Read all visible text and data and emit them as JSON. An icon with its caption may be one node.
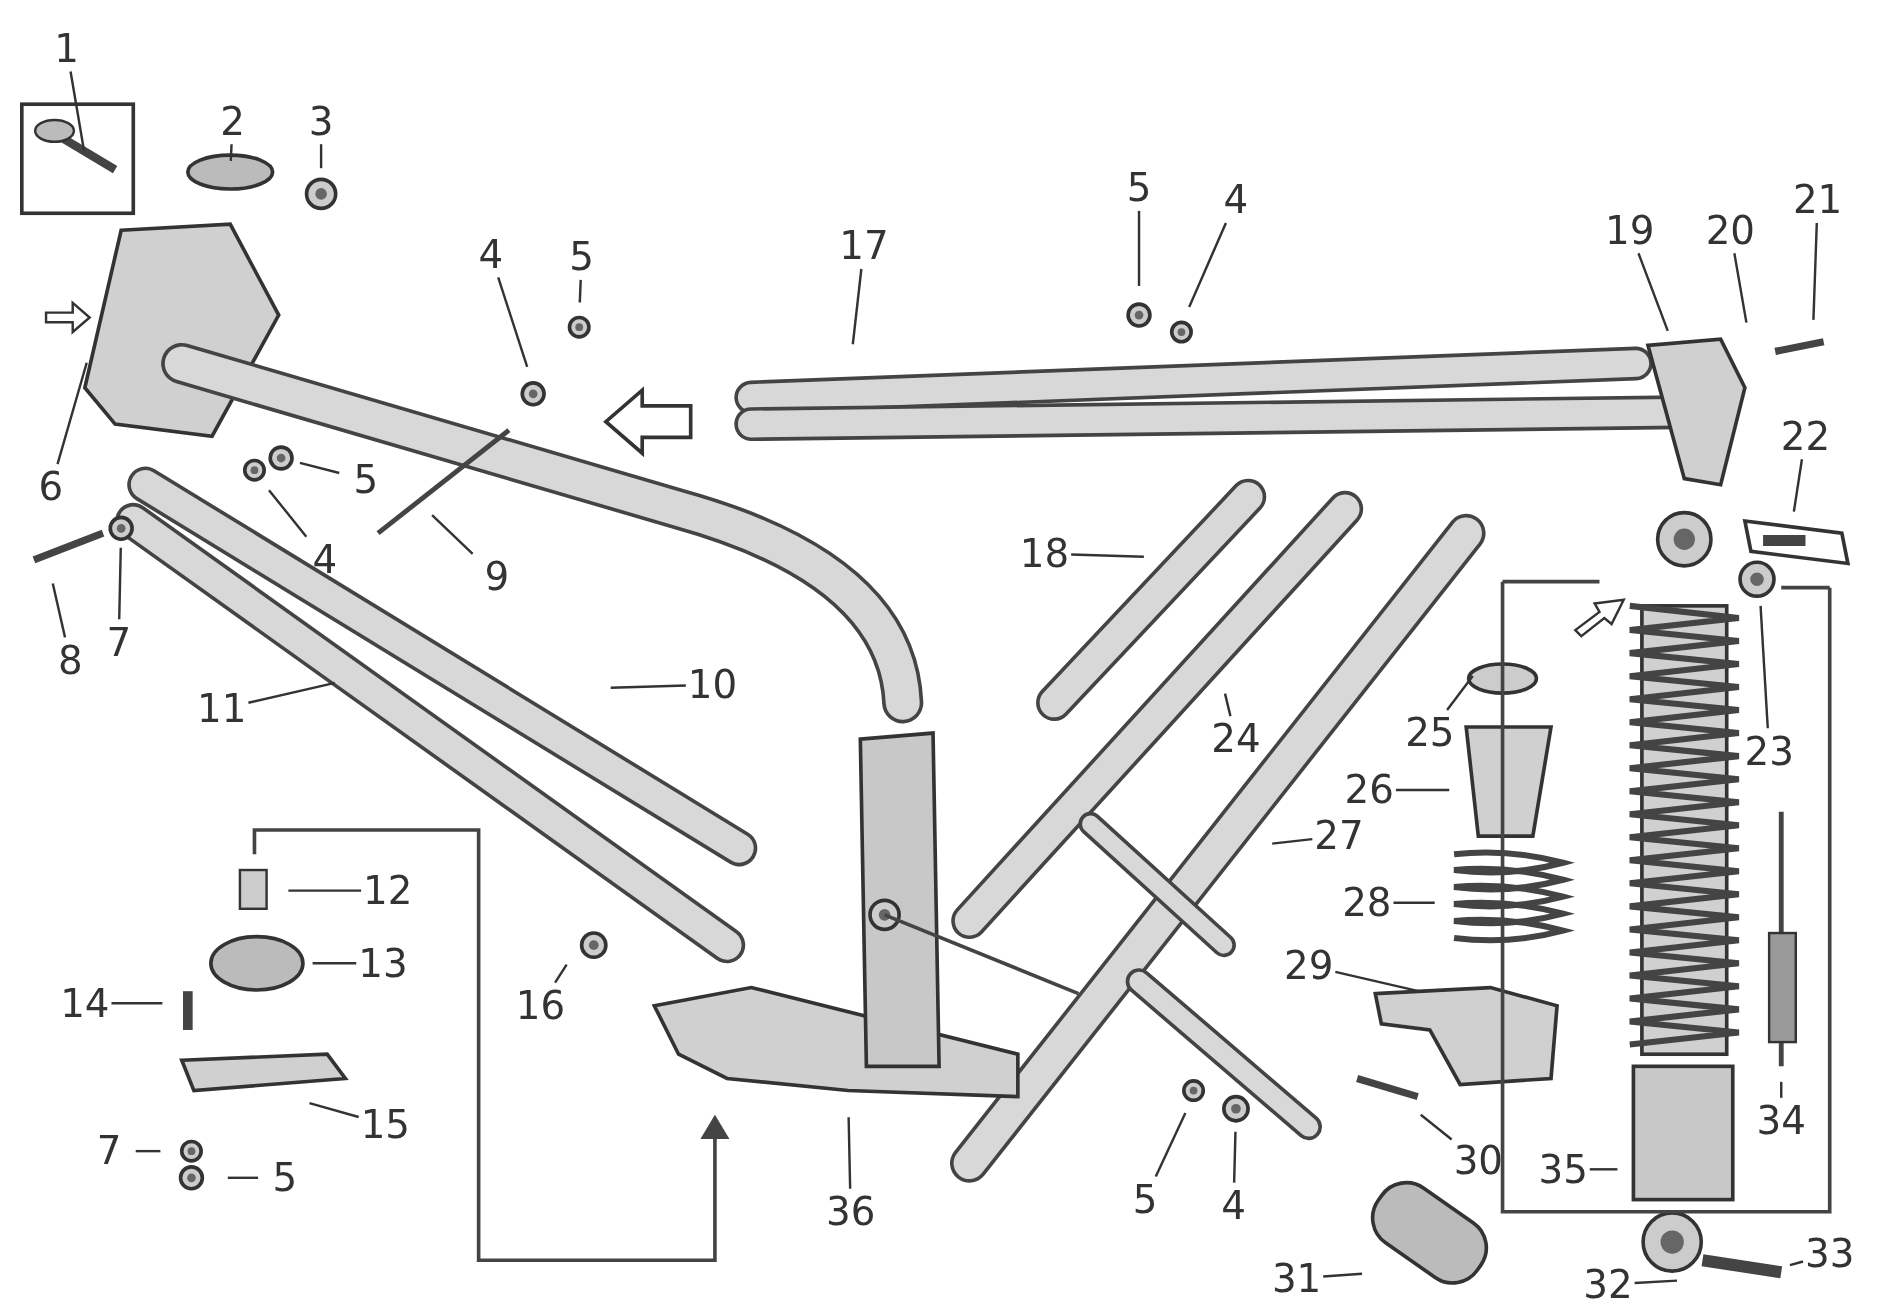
{
  "diagram": {
    "nodes": [
      {
        "text": [
          "1"
        ]
      },
      {
        "text": [
          "2"
        ]
      },
      {
        "text": [
          "3"
        ]
      },
      {
        "text": [
          "6"
        ]
      },
      {
        "text": [
          "4"
        ]
      },
      {
        "text": [
          "5"
        ]
      },
      {
        "text": [
          "5"
        ]
      },
      {
        "text": [
          "4"
        ]
      },
      {
        "text": [
          "8"
        ]
      },
      {
        "text": [
          "7"
        ]
      },
      {
        "text": [
          "9"
        ]
      },
      {
        "text": [
          "17"
        ]
      },
      {
        "text": [
          "5"
        ]
      },
      {
        "text": [
          "4"
        ]
      },
      {
        "text": [
          "19"
        ]
      },
      {
        "text": [
          "20"
        ]
      },
      {
        "text": [
          "21"
        ]
      },
      {
        "text": [
          "22"
        ]
      },
      {
        "text": [
          "18"
        ]
      },
      {
        "text": [
          "11"
        ]
      },
      {
        "text": [
          "10"
        ]
      },
      {
        "text": [
          "24"
        ]
      },
      {
        "text": [
          "25"
        ]
      },
      {
        "text": [
          "23"
        ]
      },
      {
        "text": [
          "26"
        ]
      },
      {
        "text": [
          "27"
        ]
      },
      {
        "text": [
          "12"
        ]
      },
      {
        "text": [
          "28"
        ]
      },
      {
        "text": [
          "13"
        ]
      },
      {
        "text": [
          "29"
        ]
      },
      {
        "text": [
          "14"
        ]
      },
      {
        "text": [
          "16"
        ]
      },
      {
        "text": [
          "34"
        ]
      },
      {
        "text": [
          "15"
        ]
      },
      {
        "text": [
          "7"
        ]
      },
      {
        "text": [
          "5"
        ]
      },
      {
        "text": [
          "30"
        ]
      },
      {
        "text": [
          "35"
        ]
      },
      {
        "text": [
          "5"
        ]
      },
      {
        "text": [
          "4"
        ]
      },
      {
        "text": [
          "36"
        ]
      },
      {
        "text": [
          "33"
        ]
      },
      {
        "text": [
          "31"
        ]
      },
      {
        "text": [
          "32"
        ]
      }
    ],
    "edges": [
      {
        "from": 0,
        "to": null,
        "arrow": "none"
      },
      {
        "from": 1,
        "to": null,
        "arrow": "none"
      },
      {
        "from": 2,
        "to": null,
        "arrow": "none"
      },
      {
        "from": 3,
        "to": null,
        "arrow": "none"
      },
      {
        "from": 4,
        "to": null,
        "arrow": "none"
      },
      {
        "from": 5,
        "to": null,
        "arrow": "none"
      },
      {
        "from": 6,
        "to": null,
        "arrow": "none"
      },
      {
        "from": 7,
        "to": null,
        "arrow": "none"
      },
      {
        "from": 8,
        "to": null,
        "arrow": "none"
      },
      {
        "from": 9,
        "to": null,
        "arrow": "none"
      },
      {
        "from": 10,
        "to": null,
        "arrow": "none"
      },
      {
        "from": 11,
        "to": null,
        "arrow": "none"
      },
      {
        "from": 12,
        "to": null,
        "arrow": "none"
      },
      {
        "from": 13,
        "to": null,
        "arrow": "none"
      },
      {
        "from": 14,
        "to": null,
        "arrow": "none"
      },
      {
        "from": 15,
        "to": null,
        "arrow": "none"
      },
      {
        "from": 16,
        "to": null,
        "arrow": "none"
      },
      {
        "from": 17,
        "to": null,
        "arrow": "none"
      },
      {
        "from": 18,
        "to": null,
        "arrow": "none"
      },
      {
        "from": 19,
        "to": null,
        "arrow": "none"
      },
      {
        "from": 20,
        "to": null,
        "arrow": "none"
      },
      {
        "from": 21,
        "to": null,
        "arrow": "none"
      },
      {
        "from": 22,
        "to": null,
        "arrow": "none"
      },
      {
        "from": 23,
        "to": null,
        "arrow": "none"
      },
      {
        "from": 24,
        "to": null,
        "arrow": "none"
      },
      {
        "from": 25,
        "to": null,
        "arrow": "none"
      },
      {
        "from": 26,
        "to": null,
        "arrow": "none"
      },
      {
        "from": 27,
        "to": null,
        "arrow": "none"
      },
      {
        "from": 28,
        "to": null,
        "arrow": "none"
      },
      {
        "from": 29,
        "to": null,
        "arrow": "none"
      },
      {
        "from": 30,
        "to": null,
        "arrow": "none"
      },
      {
        "from": 31,
        "to": null,
        "arrow": "none"
      },
      {
        "from": 32,
        "to": null,
        "arrow": "none"
      },
      {
        "from": 33,
        "to": null,
        "arrow": "none"
      },
      {
        "from": 34,
        "to": null,
        "arrow": "none"
      },
      {
        "from": 35,
        "to": null,
        "arrow": "none"
      },
      {
        "from": 36,
        "to": null,
        "arrow": "none"
      },
      {
        "from": 37,
        "to": null,
        "arrow": "none"
      },
      {
        "from": 38,
        "to": null,
        "arrow": "none"
      },
      {
        "from": 39,
        "to": null,
        "arrow": "none"
      },
      {
        "from": 40,
        "to": null,
        "arrow": "none"
      },
      {
        "from": 41,
        "to": null,
        "arrow": "none"
      },
      {
        "from": 42,
        "to": null,
        "arrow": "none"
      },
      {
        "from": 43,
        "to": null,
        "arrow": "none"
      }
    ]
  }
}
